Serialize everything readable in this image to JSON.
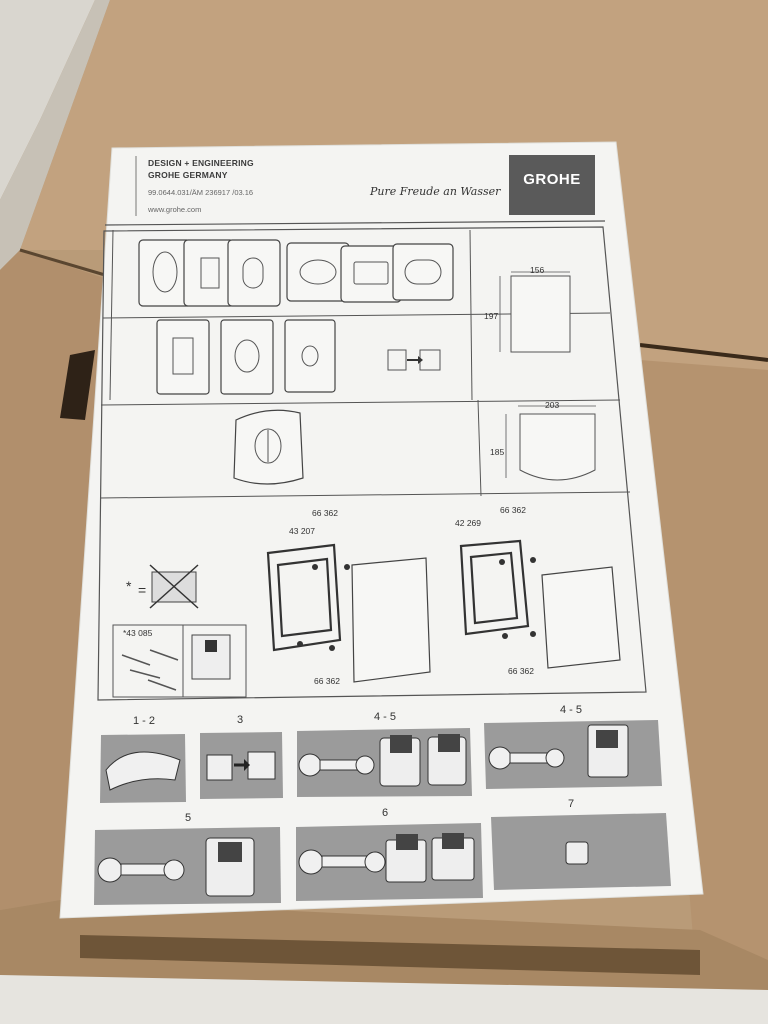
{
  "header": {
    "line1": "DESIGN + ENGINEERING",
    "line2": "GROHE GERMANY",
    "docno": "99.0644.031/ÄM 236917 /03.16",
    "url": "www.grohe.com",
    "slogan": "Pure Freude an Wasser",
    "logo": "GROHE"
  },
  "dimensions": {
    "panel1_width": "156",
    "panel1_height": "197",
    "panel2_width": "203",
    "panel2_height": "185"
  },
  "parts": {
    "left_top": "43 207",
    "left_top2": "66 362",
    "left_bottom": "66 362",
    "right_top": "42 269",
    "right_top2": "66 362",
    "right_bottom": "66 362",
    "asterisk": "*",
    "equals": "=",
    "kit": "*43 085"
  },
  "steps": [
    "1 - 2",
    "3",
    "4 - 5",
    "4 - 5",
    "5",
    "6",
    "7"
  ],
  "colors": {
    "cardboard": "#b89a78",
    "paper": "#f4f4f2",
    "panel_gray": "#9a9a9a",
    "logo_bg": "#5a5a5a"
  }
}
